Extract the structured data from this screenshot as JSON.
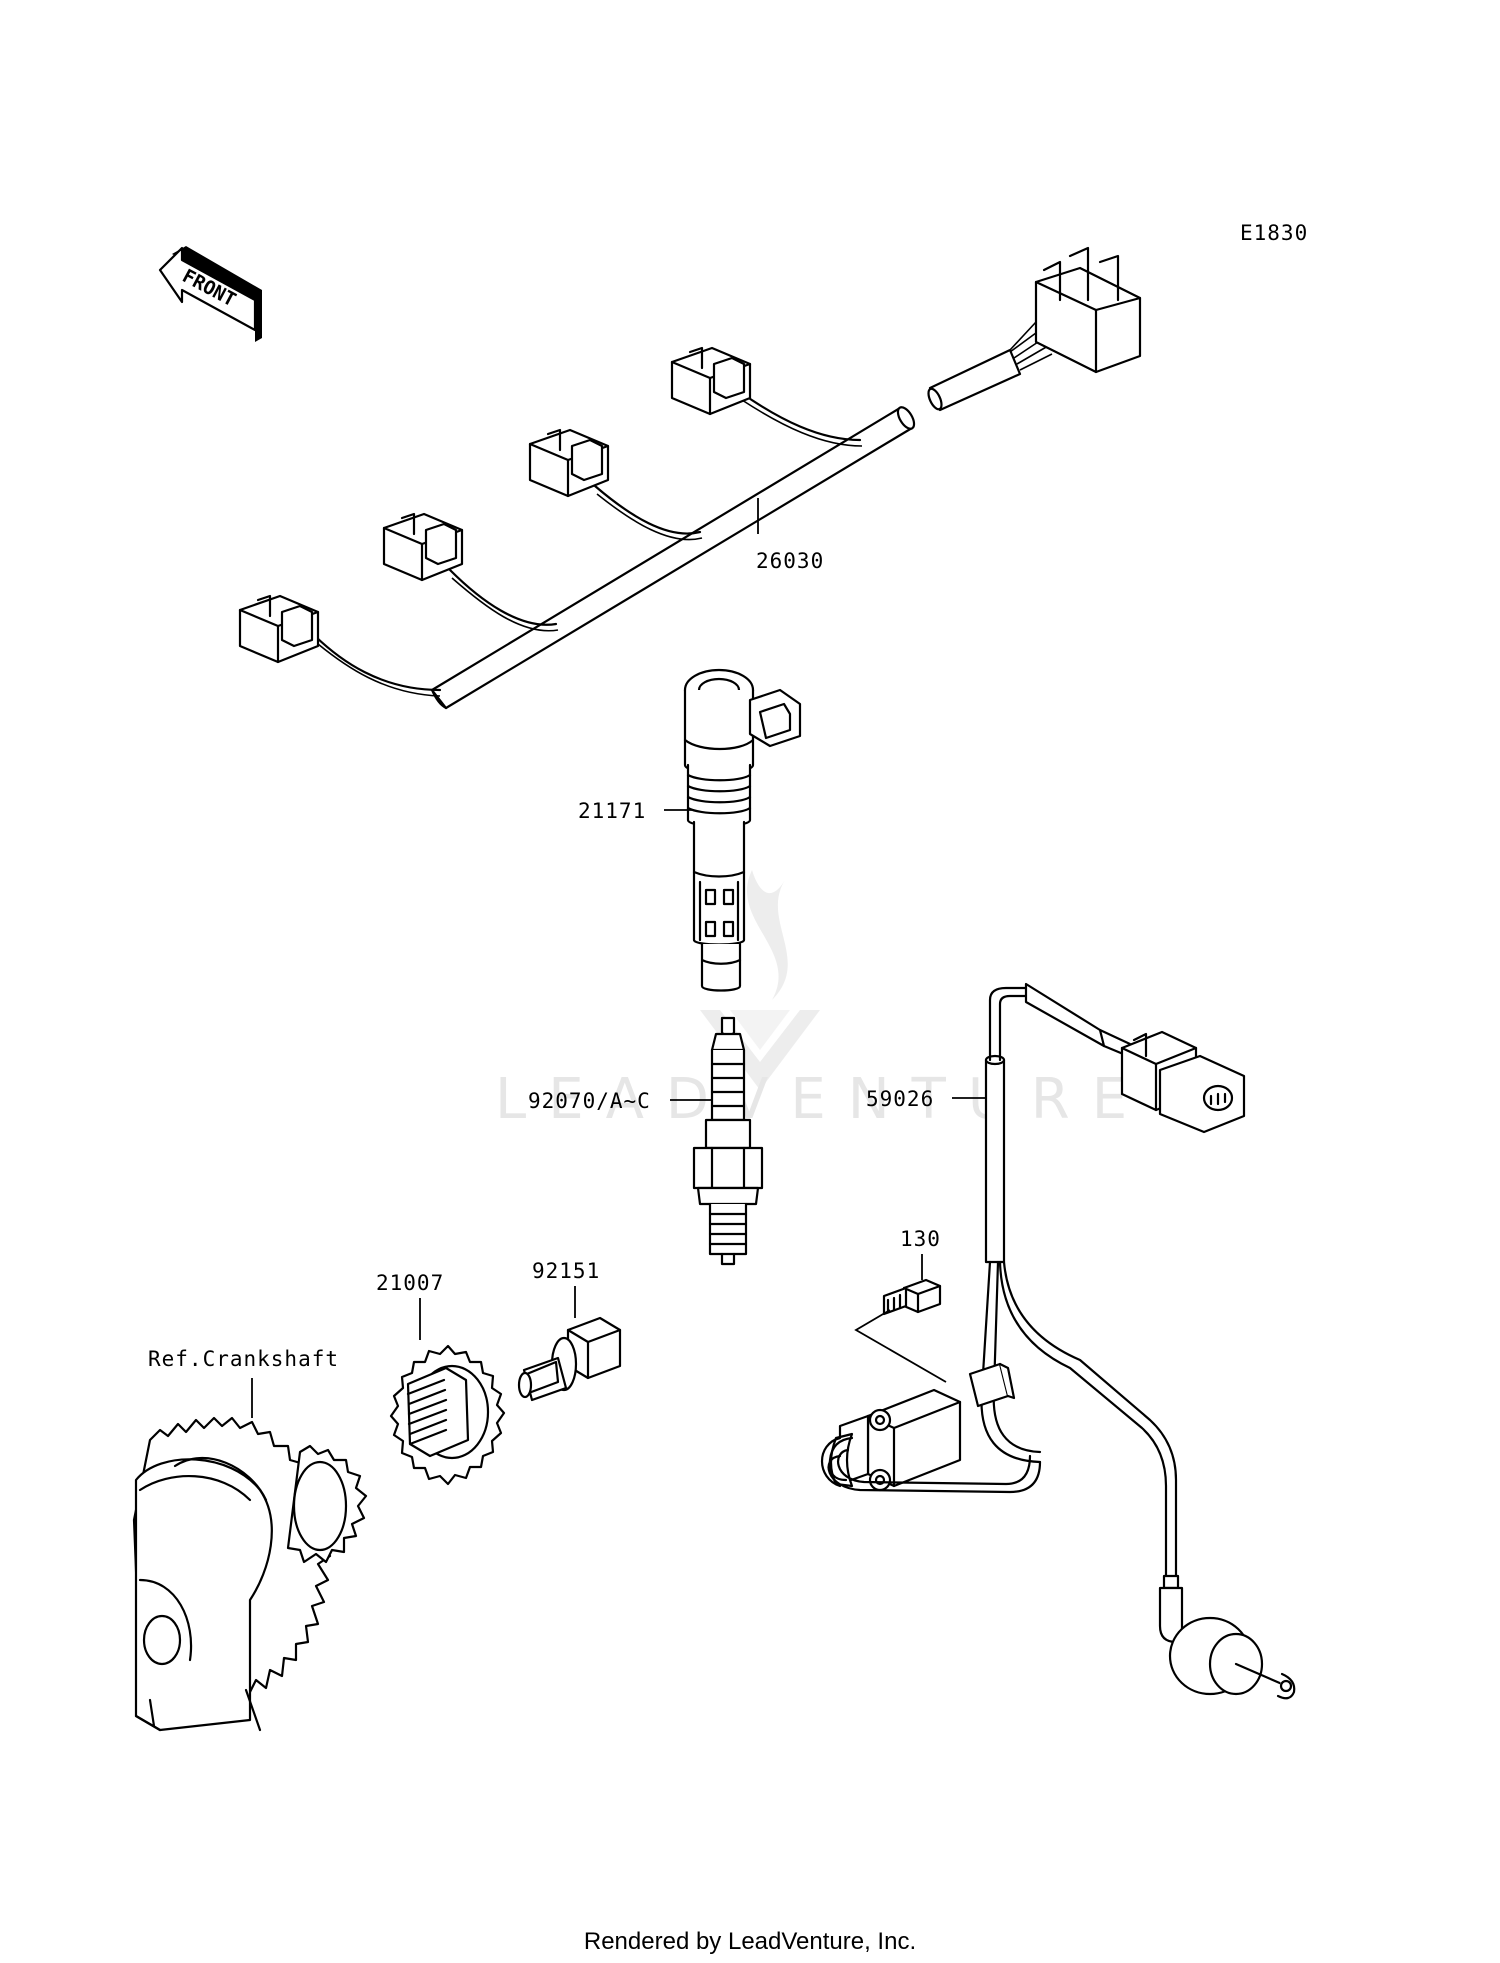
{
  "diagram": {
    "code": "E1830",
    "front_label": "FRONT",
    "ref_label": "Ref.Crankshaft",
    "watermark": "LEADVENTURE",
    "parts": [
      {
        "id": "26030",
        "name": "wiring-harness"
      },
      {
        "id": "21171",
        "name": "ignition-coil"
      },
      {
        "id": "92070/A~C",
        "name": "spark-plug"
      },
      {
        "id": "59026",
        "name": "sensor-harness"
      },
      {
        "id": "130",
        "name": "bolt"
      },
      {
        "id": "92151",
        "name": "flange-bolt"
      },
      {
        "id": "21007",
        "name": "timing-rotor"
      }
    ]
  },
  "footer": "Rendered by LeadVenture, Inc."
}
